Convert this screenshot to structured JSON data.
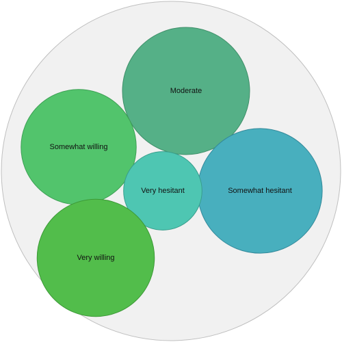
{
  "chart_data": {
    "type": "bubble",
    "title": "",
    "legend": "none",
    "container_color": "#f1f1f1",
    "container_stroke": "#bfbfbf",
    "bubbles": [
      {
        "label": "Moderate",
        "value": 100,
        "color": "#55b087",
        "stroke": "#3f8f69"
      },
      {
        "label": "Somewhat willing",
        "value": 82,
        "color": "#52c46c",
        "stroke": "#3c9f53"
      },
      {
        "label": "Somewhat hesitant",
        "value": 96,
        "color": "#48afbe",
        "stroke": "#33899a"
      },
      {
        "label": "Very hesitant",
        "value": 38,
        "color": "#4ec6b2",
        "stroke": "#389e8c"
      },
      {
        "label": "Very willing",
        "value": 85,
        "color": "#52bd4b",
        "stroke": "#3c9936"
      }
    ]
  }
}
